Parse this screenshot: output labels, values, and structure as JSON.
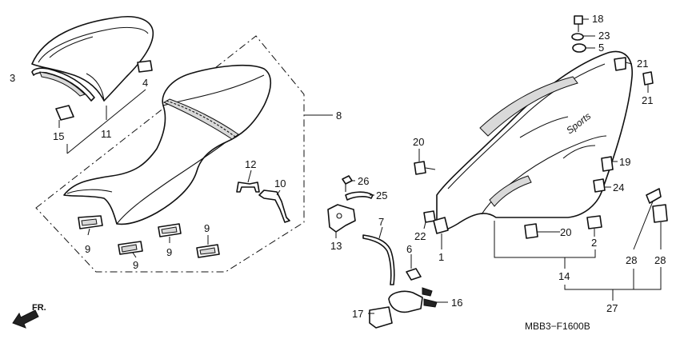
{
  "diagram_code": "MBB3−F1600B",
  "direction_label": "FR.",
  "decal_text": "Sports",
  "callouts": [
    "1",
    "2",
    "3",
    "4",
    "5",
    "6",
    "7",
    "8",
    "9",
    "9",
    "9",
    "9",
    "10",
    "11",
    "12",
    "13",
    "14",
    "15",
    "16",
    "17",
    "18",
    "19",
    "20",
    "20",
    "21",
    "21",
    "22",
    "23",
    "24",
    "25",
    "26",
    "27",
    "28",
    "28"
  ]
}
